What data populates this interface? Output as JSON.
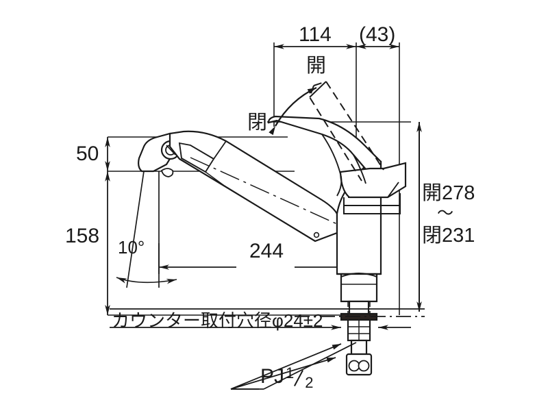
{
  "drawing": {
    "type": "technical-dimension-drawing",
    "subject": "single-lever pull-out kitchen faucet side elevation",
    "units": "mm",
    "line_color": "#1a1a1a",
    "background": "#ffffff"
  },
  "dimensions": {
    "top_left_span": "114",
    "top_right_span": "(43)",
    "lever_open_label": "開",
    "lever_closed_label": "閉",
    "spout_head_height": "50",
    "body_height": "158",
    "spout_reach": "244",
    "tilt_angle": "10°",
    "height_open": "開278",
    "height_range_tilde": "～",
    "height_closed": "閉231",
    "counter_hole_note": "カウンター取付穴径φ24±2",
    "thread_label_prefix": "PJ",
    "thread_numerator": "1",
    "thread_denominator": "2"
  }
}
